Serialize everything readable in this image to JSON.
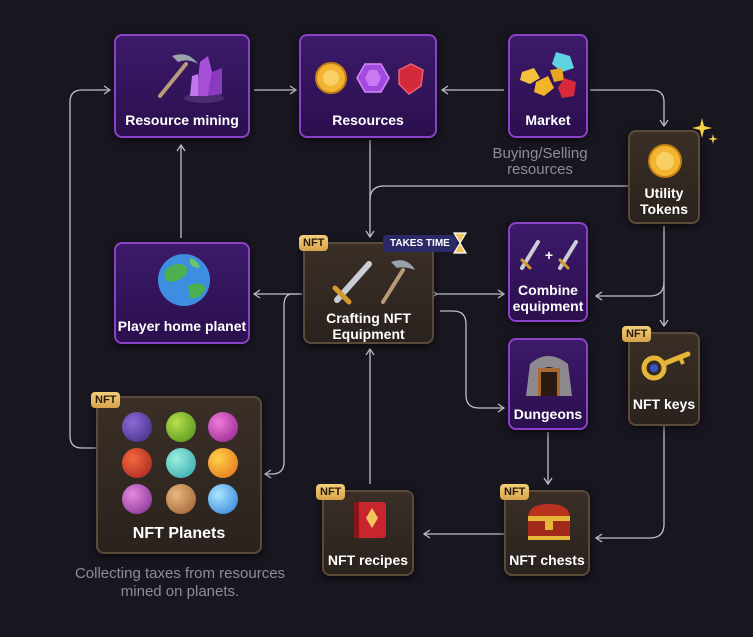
{
  "nodes": {
    "resource_mining": "Resource mining",
    "resources": "Resources",
    "market": "Market",
    "utility_tokens": "Utility Tokens",
    "player_home_planet": "Player home planet",
    "crafting": "Crafting NFT Equipment",
    "combine": "Combine equipment",
    "dungeons": "Dungeons",
    "nft_keys": "NFT keys",
    "nft_planets": "NFT Planets",
    "nft_recipes": "NFT recipes",
    "nft_chests": "NFT chests"
  },
  "badges": {
    "nft": "NFT",
    "takes_time": "TAKES TIME"
  },
  "captions": {
    "market": "Buying/Selling resources",
    "planets": "Collecting taxes from resources mined on planets."
  },
  "colors": {
    "background": "#18161f",
    "purple_card": "#3c1a6a",
    "purple_border": "#8a42c9",
    "brown_card": "#3a2f27",
    "arrow": "#bfbfc8",
    "nft_badge": "#e8bc63"
  }
}
